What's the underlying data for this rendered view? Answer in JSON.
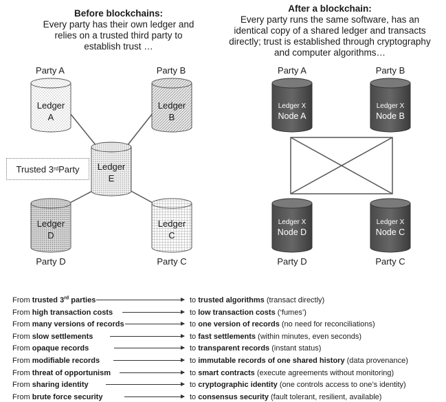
{
  "before": {
    "title": "Before blockchains:",
    "description": "Every party has their own ledger and relies on a trusted third party to establish trust …"
  },
  "after": {
    "title": "After a blockchain:",
    "description": "Every party runs the same software, has an identical copy of a shared ledger and transacts directly; trust is established through cryptography and computer algorithms…"
  },
  "left_diagram": {
    "ledgers": [
      {
        "party": "Party A",
        "line1": "Ledger",
        "line2": "A"
      },
      {
        "party": "Party B",
        "line1": "Ledger",
        "line2": "B"
      },
      {
        "party": "Party D",
        "line1": "Ledger",
        "line2": "D"
      },
      {
        "party": "Party C",
        "line1": "Ledger",
        "line2": "C"
      }
    ],
    "center": {
      "line1": "Ledger",
      "line2": "E"
    },
    "trusted_party": {
      "text": "Trusted 3",
      "sup": "rd",
      "text2": " Party"
    }
  },
  "right_diagram": {
    "nodes": [
      {
        "party": "Party A",
        "line1": "Ledger X",
        "line2": "Node A"
      },
      {
        "party": "Party B",
        "line1": "Ledger X",
        "line2": "Node B"
      },
      {
        "party": "Party D",
        "line1": "Ledger X",
        "line2": "Node D"
      },
      {
        "party": "Party C",
        "line1": "Ledger X",
        "line2": "Node C"
      }
    ]
  },
  "transitions": [
    {
      "from_prefix": "From ",
      "from_bold": "trusted 3",
      "from_sup": "rd",
      "from_bold2": " parties",
      "to_prefix": "to ",
      "to_bold": "trusted algorithms",
      "to_rest": " (transact directly)"
    },
    {
      "from_prefix": "From ",
      "from_bold": "high transaction costs",
      "from_sup": "",
      "from_bold2": "",
      "to_prefix": "to ",
      "to_bold": "low transaction costs",
      "to_rest": " (‘fumes’)"
    },
    {
      "from_prefix": "From ",
      "from_bold": "many versions of records",
      "from_sup": "",
      "from_bold2": "",
      "to_prefix": "to ",
      "to_bold": "one version of records",
      "to_rest": " (no need for reconciliations)"
    },
    {
      "from_prefix": "From ",
      "from_bold": "slow settlements",
      "from_sup": "",
      "from_bold2": "",
      "to_prefix": "to ",
      "to_bold": "fast settlements",
      "to_rest": " (within minutes, even seconds)"
    },
    {
      "from_prefix": "From ",
      "from_bold": "opaque records",
      "from_sup": "",
      "from_bold2": "",
      "to_prefix": "to ",
      "to_bold": "transparent records",
      "to_rest": " (instant status)"
    },
    {
      "from_prefix": "From ",
      "from_bold": "modifiable records",
      "from_sup": "",
      "from_bold2": "",
      "to_prefix": "to ",
      "to_bold": "immutable records of one shared history",
      "to_rest": " (data provenance)"
    },
    {
      "from_prefix": "From ",
      "from_bold": "threat of opportunism",
      "from_sup": "",
      "from_bold2": "",
      "to_prefix": "to ",
      "to_bold": "smart contracts",
      "to_rest": " (execute agreements without monitoring)"
    },
    {
      "from_prefix": "From ",
      "from_bold": "sharing identity",
      "from_sup": "",
      "from_bold2": "",
      "to_prefix": "to ",
      "to_bold": "cryptographic identity",
      "to_rest": " (one controls access to one’s identity)"
    },
    {
      "from_prefix": "From ",
      "from_bold": "brute force security",
      "from_sup": "",
      "from_bold2": "",
      "to_prefix": "to ",
      "to_bold": "consensus security",
      "to_rest": " (fault tolerant, resilient, available)"
    }
  ]
}
